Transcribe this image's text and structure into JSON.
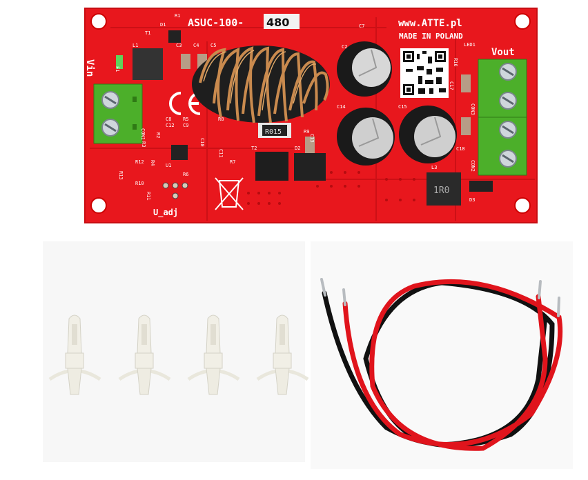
{
  "board": {
    "model_prefix": "ASUC-100-",
    "model_suffix": "480",
    "website": "www.ATTE.pl",
    "origin": "MADE IN POLAND",
    "vin_label": "Vin",
    "vout_label": "Vout",
    "adj_label": "U_adj",
    "shunt_marking": "R015",
    "inductor_marking": "1R0",
    "labels": [
      "R1",
      "D1",
      "T1",
      "L1",
      "F1",
      "C3",
      "C4",
      "C5",
      "C2",
      "C7",
      "LED1",
      "R16",
      "C17",
      "CON3",
      "CON2",
      "CON1",
      "C14",
      "C15",
      "C13",
      "R9",
      "T2",
      "D2",
      "D3",
      "L3",
      "C8",
      "R5",
      "R8",
      "C12",
      "C9",
      "C10",
      "C11",
      "R2",
      "R3",
      "R4",
      "R12",
      "R13",
      "R10",
      "R11",
      "R7",
      "R6",
      "U1",
      "C18"
    ],
    "pcb_color": "#e8171d"
  },
  "accessories": {
    "standoff_count": 4,
    "wire_colors": [
      "#111111",
      "#e0141c"
    ]
  }
}
